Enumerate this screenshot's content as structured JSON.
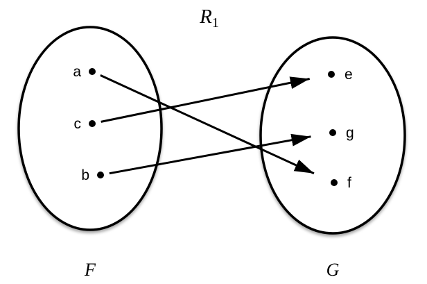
{
  "title": {
    "base": "R",
    "subscript": "1"
  },
  "left_set": {
    "label": "F",
    "elements": [
      "a",
      "c",
      "b"
    ]
  },
  "right_set": {
    "label": "G",
    "elements": [
      "e",
      "g",
      "f"
    ]
  },
  "relation": {
    "name": "R1",
    "pairs": [
      [
        "a",
        "f"
      ],
      [
        "c",
        "e"
      ],
      [
        "b",
        "g"
      ]
    ]
  },
  "colors": {
    "ink": "#000000",
    "background": "#ffffff"
  }
}
